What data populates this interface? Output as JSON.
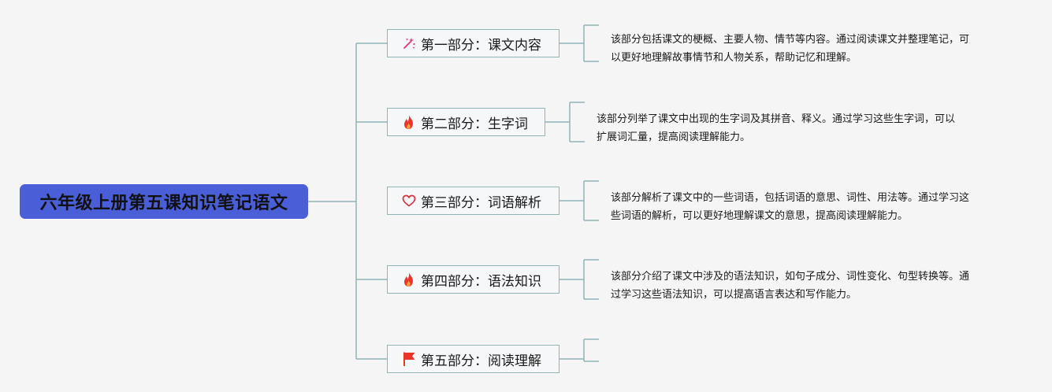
{
  "mindmap": {
    "root": {
      "label": "六年级上册第五课知识笔记语文"
    },
    "branches": [
      {
        "label": "第一部分：课文内容",
        "icon": "sparkle-wand-icon",
        "icon_color": "#e0337a",
        "desc_lines": [
          "该部分包括课文的梗概、主要人物、情节等内容。通过阅读课文并整理笔记，可",
          "以更好地理解故事情节和人物关系，帮助记忆和理解。"
        ]
      },
      {
        "label": "第二部分：生字词",
        "icon": "fire-icon",
        "icon_color": "#e8362b",
        "desc_lines": [
          "该部分列举了课文中出现的生字词及其拼音、释义。通过学习这些生字词，可以",
          "扩展词汇量，提高阅读理解能力。"
        ]
      },
      {
        "label": "第三部分：词语解析",
        "icon": "heart-icon",
        "icon_color": "#d8323a",
        "desc_lines": [
          "该部分解析了课文中的一些词语，包括词语的意思、词性、用法等。通过学习这",
          "些词语的解析，可以更好地理解课文的意思，提高阅读理解能力。"
        ]
      },
      {
        "label": "第四部分：语法知识",
        "icon": "fire-icon",
        "icon_color": "#e8362b",
        "desc_lines": [
          "该部分介绍了课文中涉及的语法知识，如句子成分、词性变化、句型转换等。通",
          "过学习这些语法知识，可以提高语言表达和写作能力。"
        ]
      },
      {
        "label": "第五部分：阅读理解",
        "icon": "flag-icon",
        "icon_color": "#e8362b",
        "desc_lines": []
      }
    ],
    "colors": {
      "root_bg": "#4a5ed8",
      "connector": "#8fb3b7",
      "background": "#f5f5f6"
    }
  }
}
